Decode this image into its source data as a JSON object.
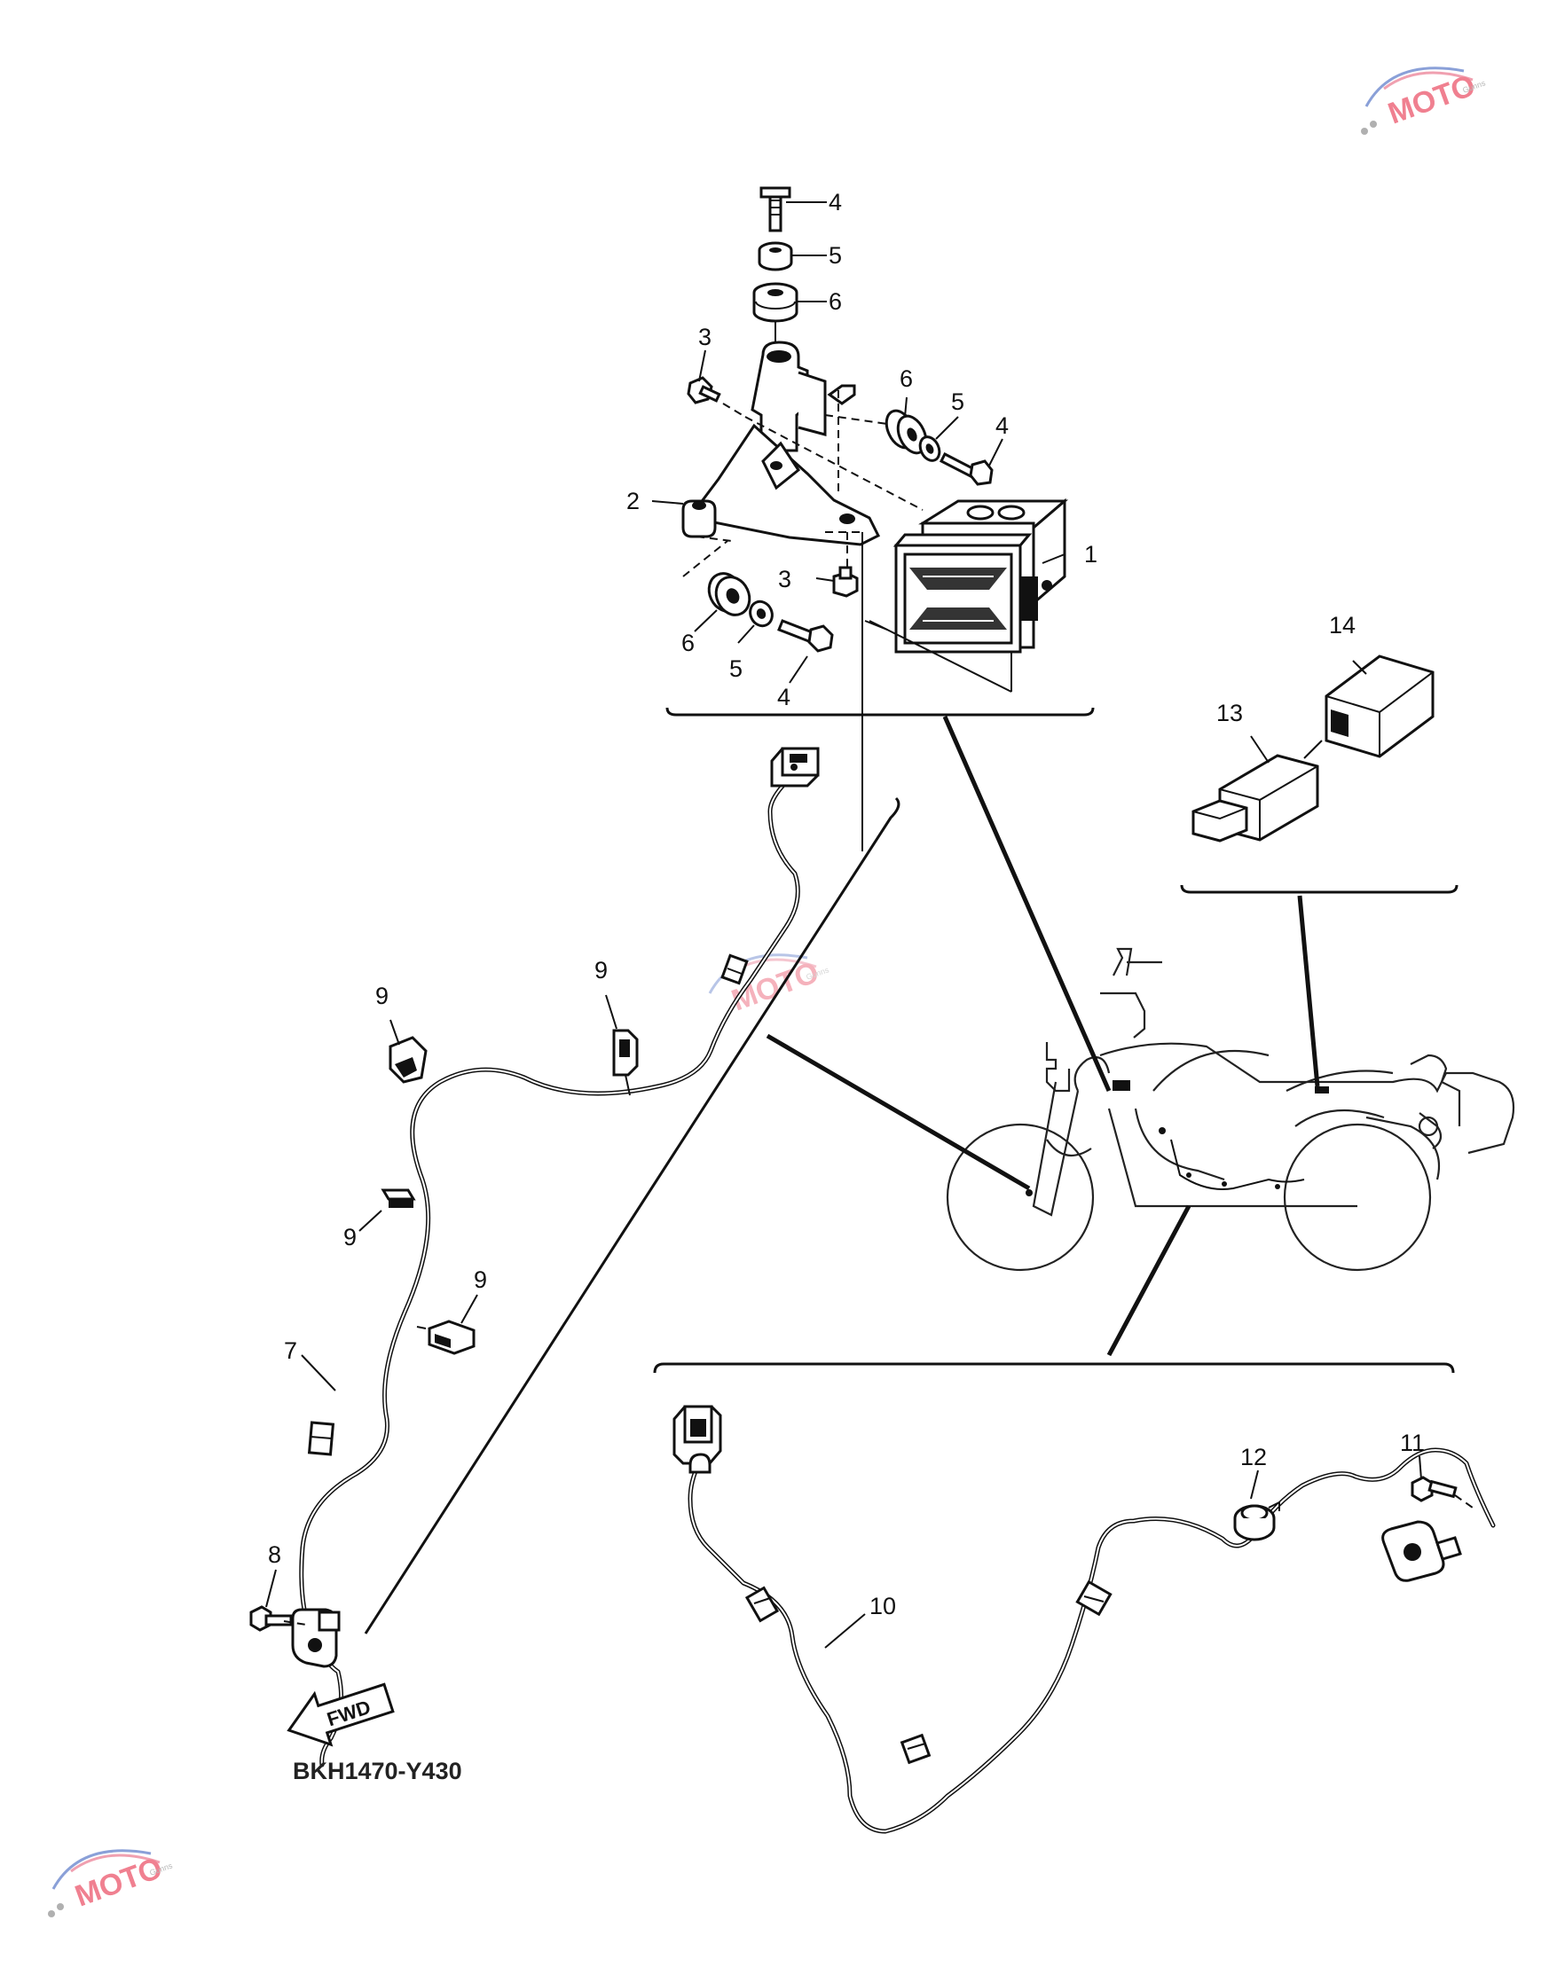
{
  "diagram": {
    "callouts": {
      "c1": "1",
      "c2": "2",
      "c3a": "3",
      "c3b": "3",
      "c4a": "4",
      "c4b": "4",
      "c4c": "4",
      "c5a": "5",
      "c5b": "5",
      "c5c": "5",
      "c6a": "6",
      "c6b": "6",
      "c6c": "6",
      "c7": "7",
      "c8": "8",
      "c9a": "9",
      "c9b": "9",
      "c9c": "9",
      "c9d": "9",
      "c10": "10",
      "c11": "11",
      "c12": "12",
      "c13": "13",
      "c14": "14"
    },
    "fwd_label": "FWD",
    "diagram_code": "BKH1470-Y430",
    "watermark": {
      "word": "MOTO",
      "sub": "Gunns"
    }
  },
  "colors": {
    "line": "#111111",
    "background": "#ffffff",
    "watermark_blue": "#8aa0d8",
    "watermark_pink": "#f0a0b0",
    "watermark_gray": "#b0b0b0"
  }
}
